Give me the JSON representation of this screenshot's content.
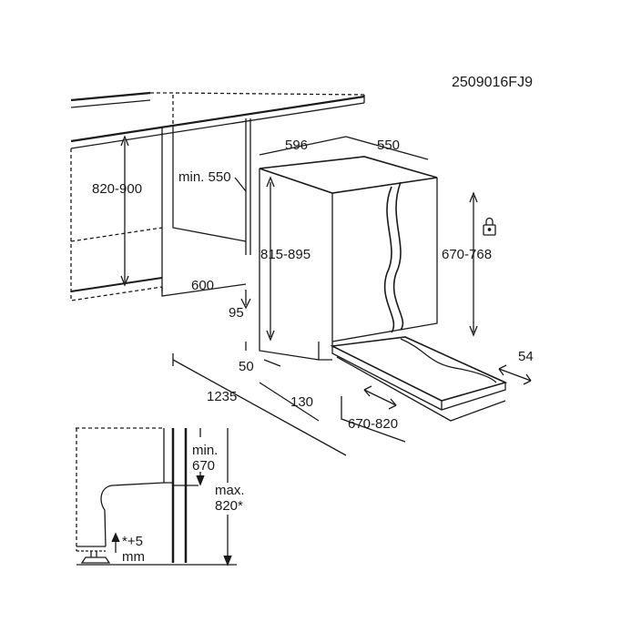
{
  "diagram_code": "2509016FJ9",
  "dimensions": {
    "appliance_width": "596",
    "appliance_depth": "550",
    "niche_height": "820-900",
    "niche_min_depth": "min. 550",
    "appliance_height": "815-895",
    "door_height": "670-768",
    "niche_width": "600",
    "plinth_height": "95",
    "plinth_depth": "50",
    "side_clearance": "54",
    "open_door_depth": "1235",
    "door_gap": "130",
    "door_travel": "670-820"
  },
  "detail": {
    "min_label": "min.",
    "min_value": "670",
    "max_label": "max.",
    "max_value": "820*",
    "adjust_label": "*+5",
    "adjust_unit": "mm"
  },
  "icons": [
    "lock-icon"
  ],
  "colors": {
    "line": "#1a1a1a",
    "background": "#ffffff"
  }
}
